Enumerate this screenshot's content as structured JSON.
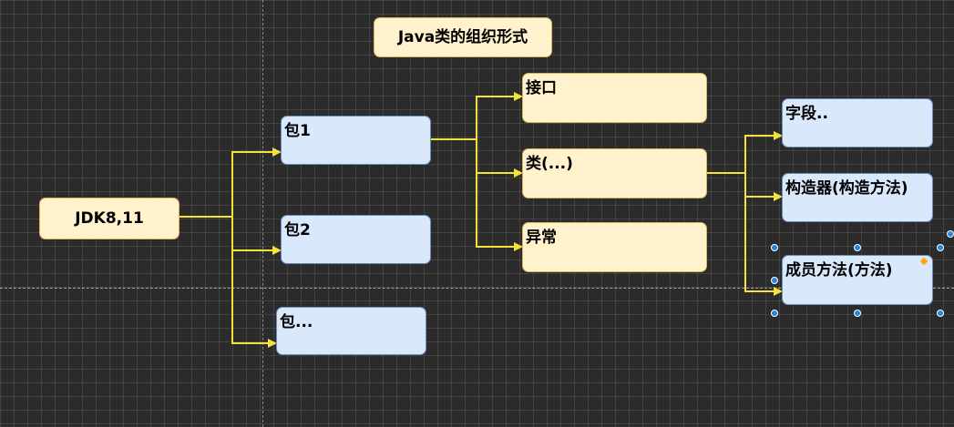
{
  "title": "Java类的组织形式",
  "nodes": {
    "jdk": "JDK8,11",
    "pkg1": "包1",
    "pkg2": "包2",
    "pkg_more": "包...",
    "interface": "接口",
    "class": "类(...)",
    "exception": "异常",
    "field": "字段..",
    "constructor": "构造器(构造方法)",
    "method": "成员方法(方法)"
  },
  "colors": {
    "background": "#2b2b2b",
    "connector": "#f5e13b",
    "yellow_fill": "#fff2cc",
    "blue_fill": "#dae8fc",
    "selection_handle": "#1e88e5"
  }
}
